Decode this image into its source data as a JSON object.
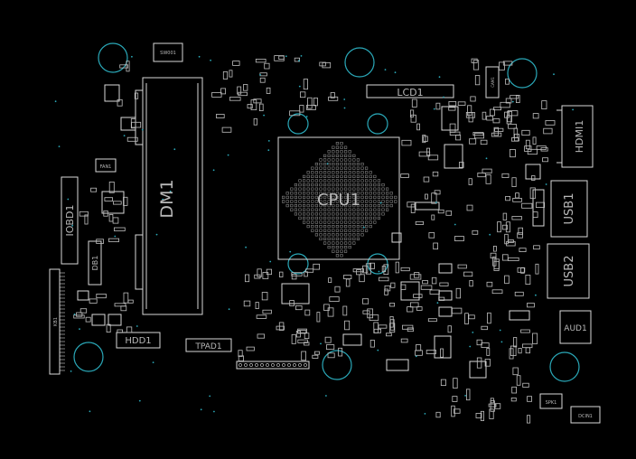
{
  "colors": {
    "background": "#000000",
    "silkscreen": "#d9d9d9",
    "pad": "#bfbfbf",
    "mounting_hole": "#2aa8b8",
    "cpu_grid": "#a0a0a0",
    "label": "#b8b8b8"
  },
  "labels": {
    "cpu": "CPU1",
    "dimm": "DM1",
    "lcd": "LCD1",
    "hdmi": "HDMI1",
    "usb1": "USB1",
    "usb2": "USB2",
    "audio": "AUD1",
    "iobd": "IOBD1",
    "hdd": "HDD1",
    "tpad": "TPAD1",
    "db": "DB1",
    "fan": "FAN1",
    "kb": "KB1",
    "spk": "SPK1",
    "dcin": "DCIN1",
    "top_small": "SW001",
    "cam": "CAM1"
  }
}
